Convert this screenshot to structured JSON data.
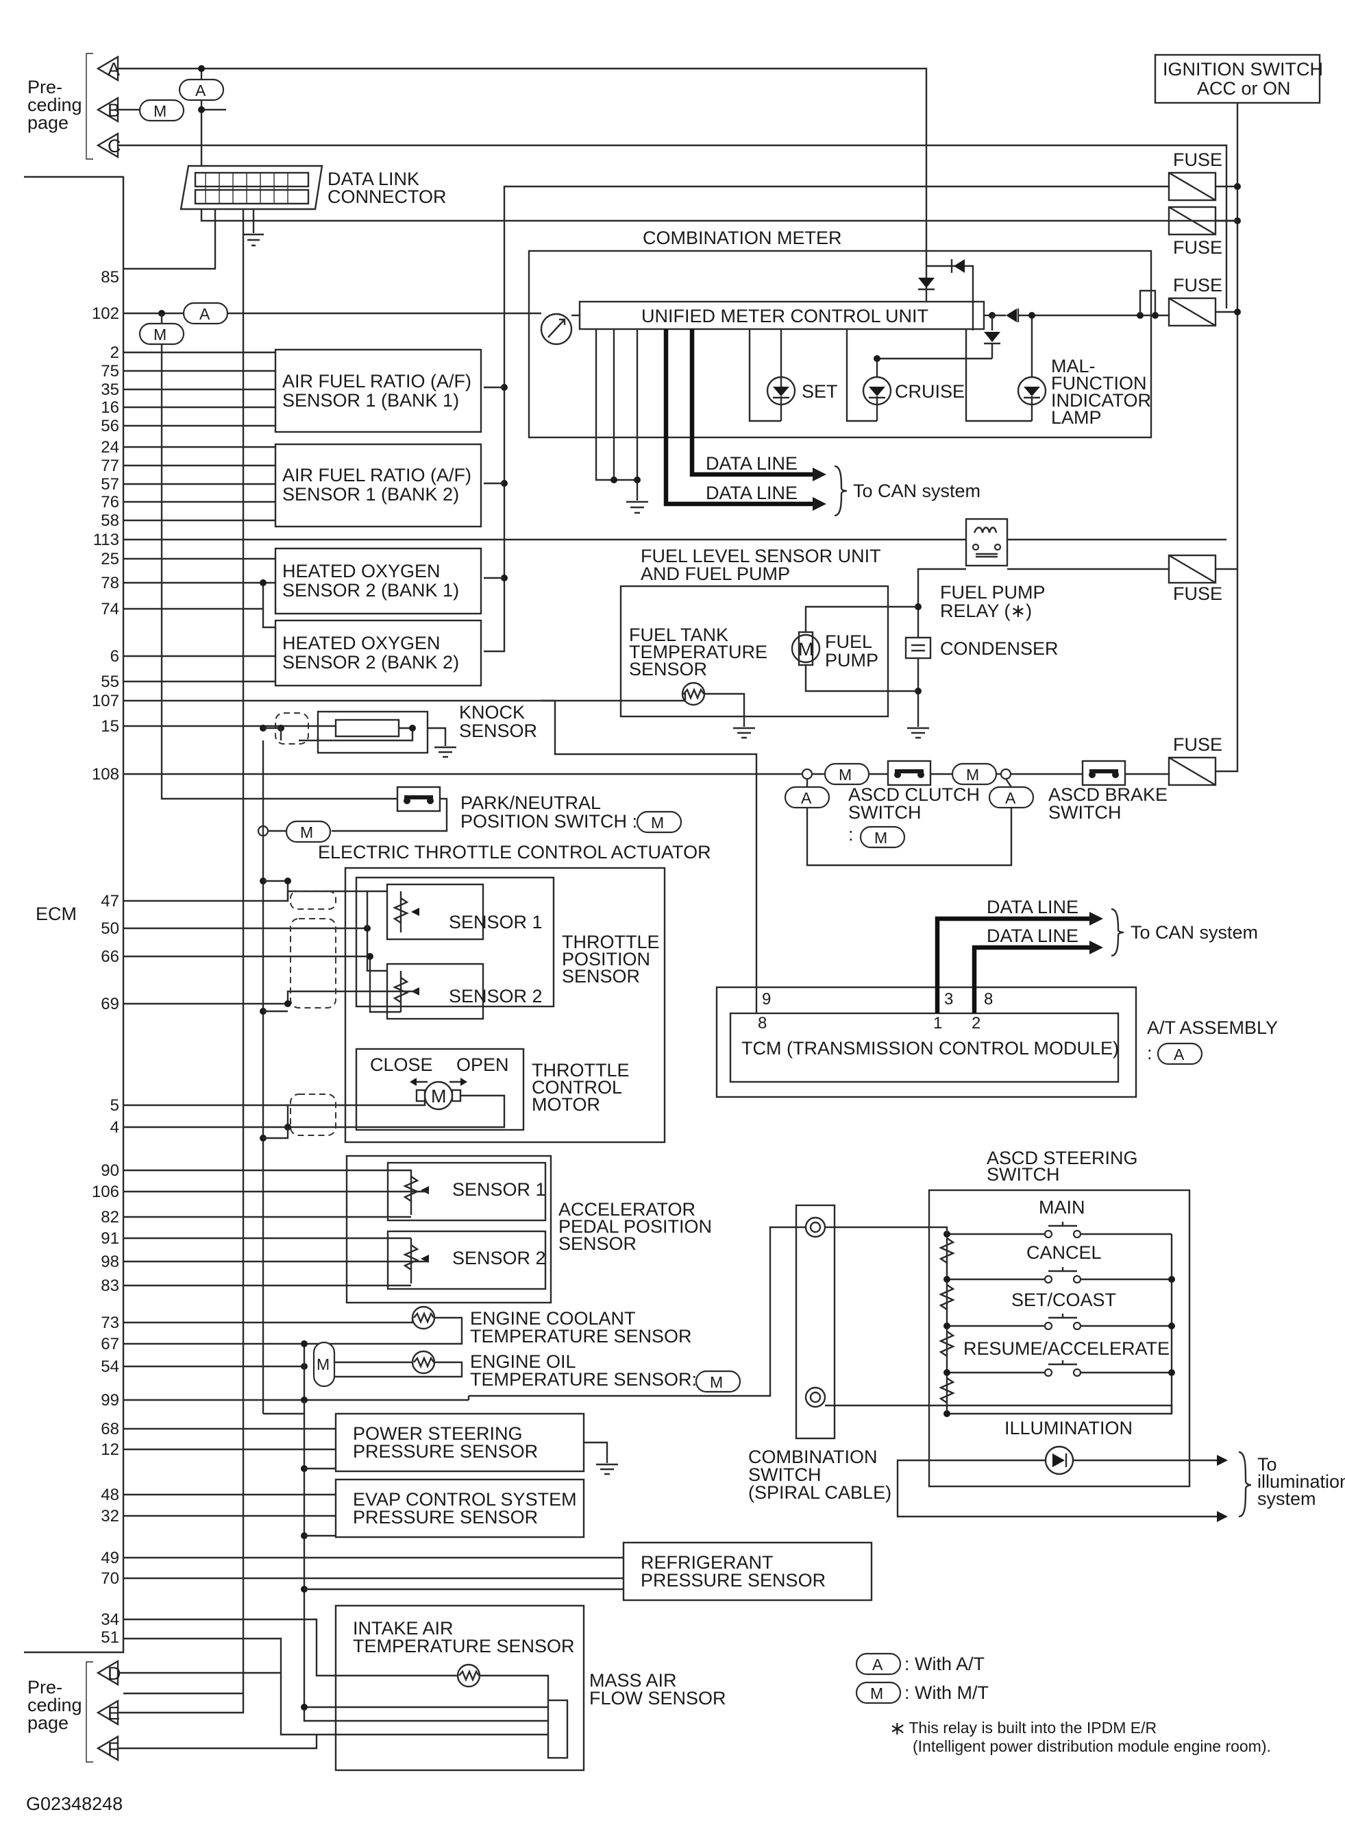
{
  "page": {
    "preceding_page": [
      "Pre-",
      "ceding",
      "page"
    ],
    "figure_code": "G02348248"
  },
  "connectors": {
    "A": "A",
    "B": "B",
    "C": "C",
    "D": "D",
    "E": "E",
    "F": "F"
  },
  "tags": {
    "at": "A",
    "mt": "M"
  },
  "ecm": {
    "label": "ECM",
    "pins": {
      "p85": "85",
      "p102": "102",
      "p2": "2",
      "p75": "75",
      "p35": "35",
      "p16": "16",
      "p56": "56",
      "p24": "24",
      "p77": "77",
      "p57": "57",
      "p76": "76",
      "p58": "58",
      "p113": "113",
      "p25": "25",
      "p78": "78",
      "p74": "74",
      "p6": "6",
      "p55": "55",
      "p107": "107",
      "p15": "15",
      "p108": "108",
      "p47": "47",
      "p50": "50",
      "p66": "66",
      "p69": "69",
      "p5": "5",
      "p4": "4",
      "p90": "90",
      "p106": "106",
      "p82": "82",
      "p91": "91",
      "p98": "98",
      "p83": "83",
      "p73": "73",
      "p67": "67",
      "p54": "54",
      "p99": "99",
      "p68": "68",
      "p12": "12",
      "p48": "48",
      "p32": "32",
      "p49": "49",
      "p70": "70",
      "p34": "34",
      "p51": "51"
    }
  },
  "data_link_connector": [
    "DATA LINK",
    "CONNECTOR"
  ],
  "ignition_switch": [
    "IGNITION SWITCH",
    "ACC or ON"
  ],
  "fuse_label": "FUSE",
  "combination_meter": {
    "title": "COMBINATION METER",
    "unit": "UNIFIED METER CONTROL UNIT",
    "set": "SET",
    "cruise": "CRUISE",
    "mil": [
      "MAL-",
      "FUNCTION",
      "INDICATOR",
      "LAMP"
    ]
  },
  "data_line": "DATA LINE",
  "to_can": "To CAN system",
  "af_sensor_1": [
    "AIR FUEL RATIO (A/F)",
    "SENSOR 1 (BANK 1)"
  ],
  "af_sensor_2": [
    "AIR FUEL RATIO (A/F)",
    "SENSOR 1 (BANK 2)"
  ],
  "ho2s_1": [
    "HEATED OXYGEN",
    "SENSOR 2 (BANK 1)"
  ],
  "ho2s_2": [
    "HEATED OXYGEN",
    "SENSOR 2 (BANK 2)"
  ],
  "fuel_level_unit": [
    "FUEL LEVEL SENSOR UNIT",
    "AND FUEL PUMP"
  ],
  "fuel_tank_temp": [
    "FUEL TANK",
    "TEMPERATURE",
    "SENSOR"
  ],
  "fuel_pump": [
    "FUEL",
    "PUMP"
  ],
  "fuel_pump_relay": [
    "FUEL PUMP",
    "RELAY (∗)"
  ],
  "condenser": "CONDENSER",
  "knock_sensor": [
    "KNOCK",
    "SENSOR"
  ],
  "park_neutral": [
    "PARK/NEUTRAL",
    "POSITION SWITCH :"
  ],
  "ascd_clutch": [
    "ASCD CLUTCH",
    "SWITCH",
    ":"
  ],
  "ascd_brake": [
    "ASCD BRAKE",
    "SWITCH"
  ],
  "etc_actuator": "ELECTRIC THROTTLE CONTROL ACTUATOR",
  "sensor_1": "SENSOR 1",
  "sensor_2": "SENSOR 2",
  "throttle_position": [
    "THROTTLE",
    "POSITION",
    "SENSOR"
  ],
  "close": "CLOSE",
  "open": "OPEN",
  "throttle_motor": [
    "THROTTLE",
    "CONTROL",
    "MOTOR"
  ],
  "app_sensor": [
    "ACCELERATOR",
    "PEDAL POSITION",
    "SENSOR"
  ],
  "at_assembly": [
    "A/T ASSEMBLY",
    ":"
  ],
  "tcm": "TCM (TRANSMISSION CONTROL MODULE)",
  "tcm_pins": {
    "t9": "9",
    "t3": "3",
    "t8top": "8",
    "t8": "8",
    "t1": "1",
    "t2": "2"
  },
  "ascd_steering": {
    "title": [
      "ASCD STEERING",
      "SWITCH"
    ],
    "main": "MAIN",
    "cancel": "CANCEL",
    "set_coast": "SET/COAST",
    "resume": "RESUME/ACCELERATE",
    "illumination": "ILLUMINATION"
  },
  "to_illumination": [
    "To",
    "illumination",
    "system"
  ],
  "combination_switch": [
    "COMBINATION",
    "SWITCH",
    "(SPIRAL CABLE)"
  ],
  "ect_sensor": [
    "ENGINE COOLANT",
    "TEMPERATURE SENSOR"
  ],
  "eot_sensor": [
    "ENGINE OIL",
    "TEMPERATURE SENSOR:"
  ],
  "ps_sensor": [
    "POWER STEERING",
    "PRESSURE SENSOR"
  ],
  "evap_sensor": [
    "EVAP CONTROL SYSTEM",
    "PRESSURE SENSOR"
  ],
  "refrigerant": [
    "REFRIGERANT",
    "PRESSURE SENSOR"
  ],
  "iat_sensor": [
    "INTAKE AIR",
    "TEMPERATURE SENSOR"
  ],
  "maf_sensor": [
    "MASS AIR",
    "FLOW SENSOR"
  ],
  "legend": {
    "with_at": ": With A/T",
    "with_mt": ": With M/T",
    "star": "∗",
    "note": [
      ": This relay is built into the IPDM E/R",
      "(Intelligent power distribution module engine room)."
    ]
  }
}
